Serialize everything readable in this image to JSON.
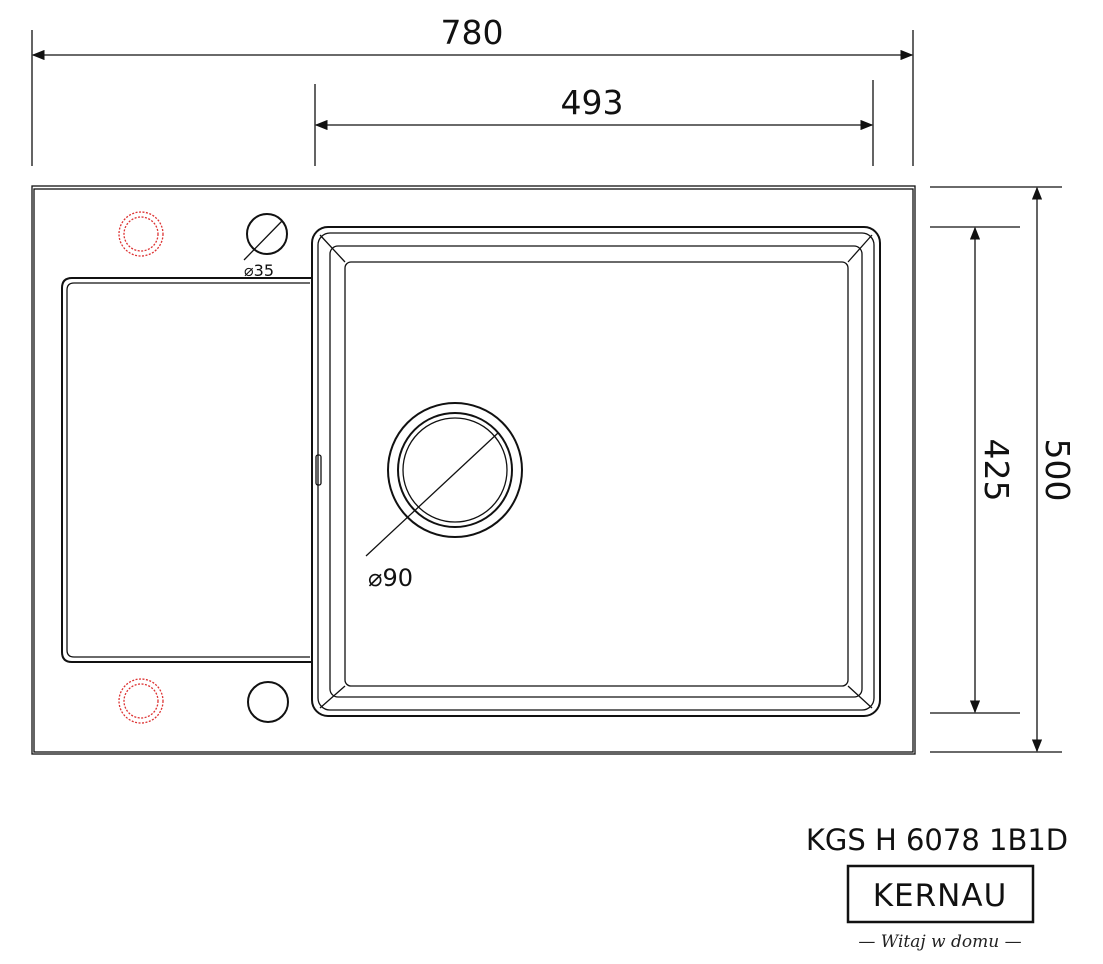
{
  "dimensions": {
    "overall_width": "780",
    "bowl_width": "493",
    "overall_depth": "500",
    "bowl_depth": "425",
    "tap_hole_diameter": "⌀35",
    "drain_diameter": "⌀90"
  },
  "product": {
    "model": "KGS H 6078 1B1D",
    "brand": "KERNAU",
    "tagline": "— Witaj w domu —"
  },
  "colors": {
    "line": "#111111",
    "tap_hole_marker": "#dd3333"
  }
}
